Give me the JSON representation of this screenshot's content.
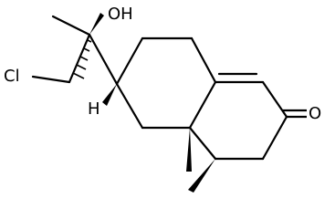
{
  "molecule": {
    "atoms": {
      "hydroxyl": "OH",
      "chloro": "Cl",
      "hydrogen": "H",
      "ketone_oxygen": "O"
    }
  },
  "colors": {
    "stroke": "#000000",
    "background": "#ffffff"
  }
}
